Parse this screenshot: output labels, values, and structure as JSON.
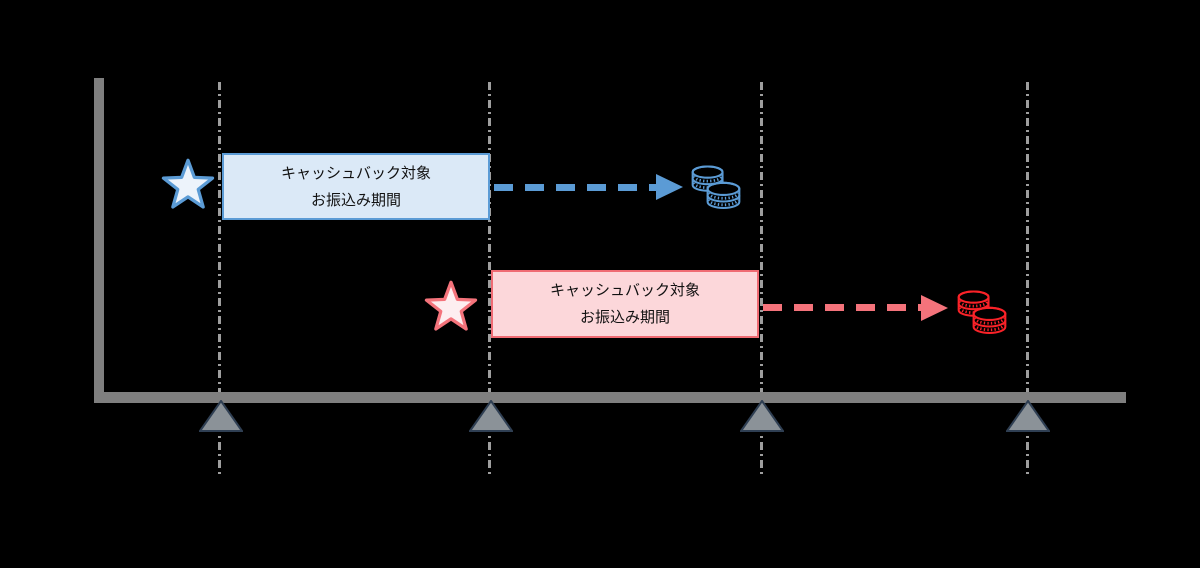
{
  "diagram": {
    "type": "timeline",
    "background_color": "#000000",
    "axis": {
      "color": "#7f7f7f"
    },
    "gridlines": {
      "color": "#9e9e9e",
      "style": "dash-dot",
      "positions_x": [
        220,
        490,
        762,
        1028
      ]
    },
    "tick_markers": {
      "shape": "triangle-up",
      "fill": "#8b9298",
      "border": "#2f3f53",
      "positions_x": [
        221,
        491,
        762,
        1028
      ]
    },
    "icons": {
      "star": "star-icon",
      "coins": "coin-stack-icon",
      "marker": "triangle-marker-icon"
    },
    "rows": [
      {
        "name": "first-cashback-period",
        "accent_color": "#5b9bd5",
        "star_fill": "#edf3fb",
        "box": {
          "line1": "キャッシュバック対象",
          "line2": "お振込み期間",
          "fill": "#dbe9f7",
          "border": "#5b9bd5",
          "text_color": "#111111"
        },
        "arrow_color": "#5b9bd5",
        "coins_color": "#5b9bd5"
      },
      {
        "name": "second-cashback-period",
        "accent_color": "#f4737b",
        "star_fill": "#fdeef0",
        "box": {
          "line1": "キャッシュバック対象",
          "line2": "お振込み期間",
          "fill": "#fcd7da",
          "border": "#ef6b73",
          "text_color": "#111111"
        },
        "arrow_color": "#f4737b",
        "coins_color": "#fa2228"
      }
    ]
  }
}
